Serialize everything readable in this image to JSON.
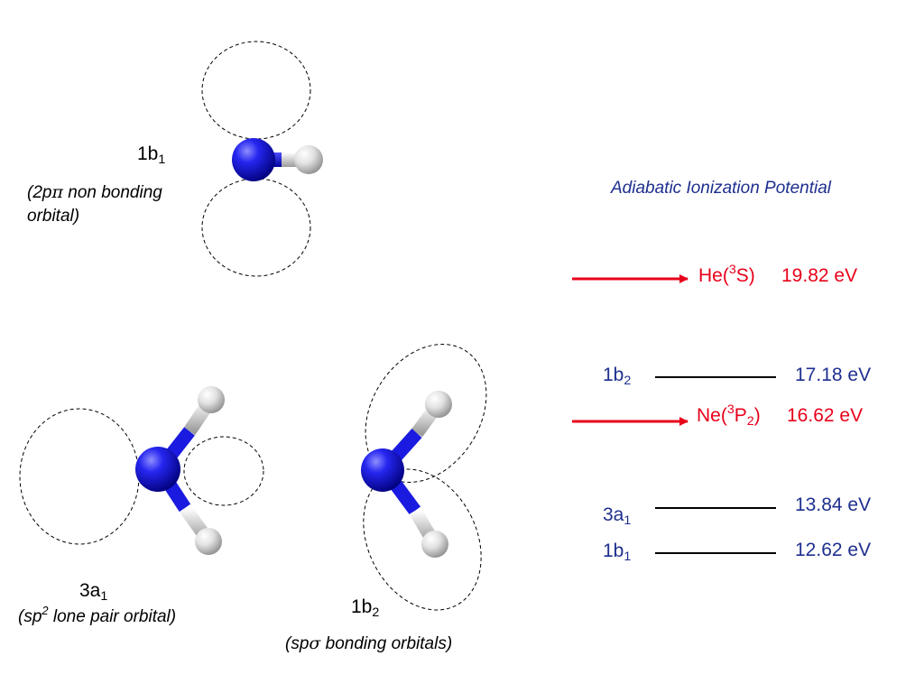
{
  "molecules": {
    "top": {
      "label_main": "1b",
      "label_sub": "1",
      "caption_pre": "(2p",
      "caption_symbol": "π",
      "caption_post": " non bonding",
      "caption_line2": "orbital)"
    },
    "left": {
      "label_main": "3a",
      "label_sub": "1",
      "caption_pre": "(sp",
      "caption_sup": "2",
      "caption_post": " lone pair orbital)"
    },
    "right": {
      "label_main": "1b",
      "label_sub": "2",
      "caption_pre": "(sp",
      "caption_symbol": "σ",
      "caption_post": " bonding orbitals)"
    }
  },
  "energy_diagram": {
    "title": "Adiabatic Ionization Potential",
    "he_line": {
      "element": "He(",
      "sup": "3",
      "state": "S)",
      "value": "19.82 eV"
    },
    "ne_line": {
      "element": "Ne(",
      "sup": "3",
      "state": "P",
      "sub": "2",
      "close": ")",
      "value": "16.62 eV"
    },
    "levels": [
      {
        "label_main": "1b",
        "label_sub": "2",
        "value": "17.18 eV"
      },
      {
        "label_main": "3a",
        "label_sub": "1",
        "value": "13.84 eV"
      },
      {
        "label_main": "1b",
        "label_sub": "1",
        "value": "12.62 eV"
      }
    ]
  },
  "colors": {
    "nitrogen": "#1010d8",
    "hydrogen": "#dcdcdc",
    "arrow": "#e8001a",
    "level_text": "#1e2f8f",
    "orbital_outline": "#000000"
  }
}
